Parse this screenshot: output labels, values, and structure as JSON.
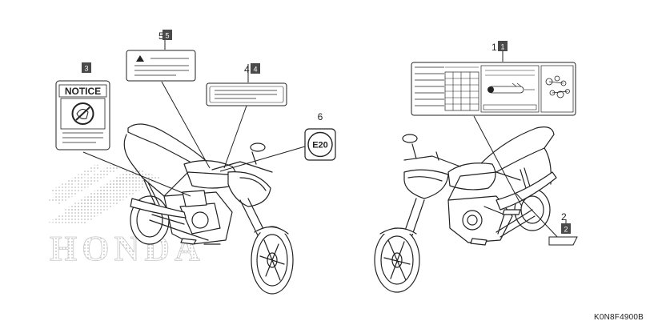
{
  "callouts": [
    {
      "number": "1",
      "boxed": true
    },
    {
      "number": "2",
      "boxed": true
    },
    {
      "number": "3",
      "boxed": true
    },
    {
      "number": "4",
      "boxed": true
    },
    {
      "number": "5",
      "boxed": true
    },
    {
      "number": "6",
      "boxed": false
    }
  ],
  "labels": {
    "notice_text": "NOTICE",
    "e20_text": "E20"
  },
  "watermark": "HONDA",
  "diagram_code": "K0N8F4900B",
  "colors": {
    "line": "#222222",
    "callout_fill": "#4a4a4a",
    "callout_text": "#ffffff",
    "watermark_dots": "#bdbdbd"
  }
}
